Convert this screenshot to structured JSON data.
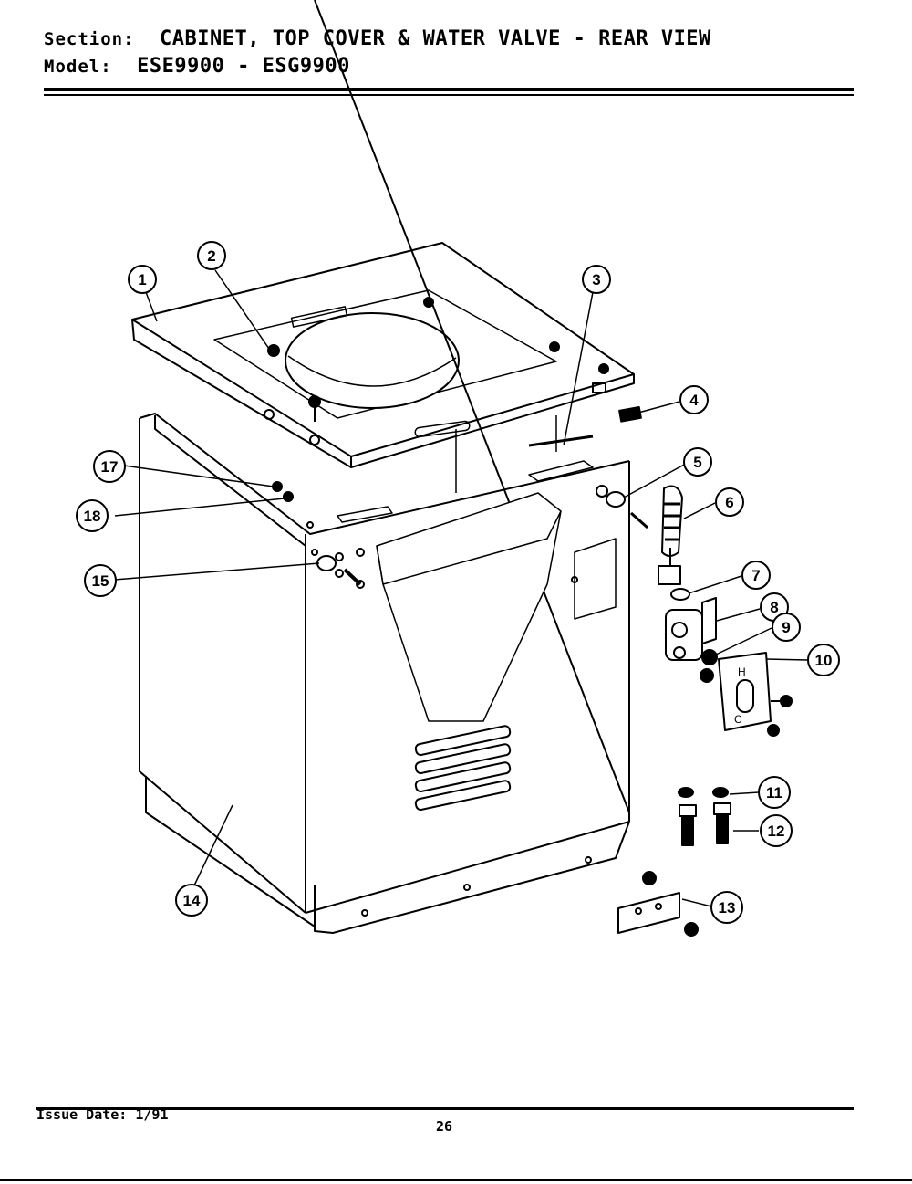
{
  "header": {
    "section_label": "Section:",
    "section_title": "CABINET, TOP COVER & WATER VALVE - REAR VIEW",
    "model_label": "Model:",
    "model_value": "ESE9900 - ESG9900"
  },
  "footer": {
    "issue_label": "Issue Date:",
    "issue_value": "1/91",
    "page_number": "26"
  },
  "valve_plate": {
    "hot_letter": "H",
    "cold_letter": "C"
  },
  "callouts": [
    "1",
    "2",
    "3",
    "4",
    "5",
    "6",
    "7",
    "8",
    "9",
    "10",
    "11",
    "12",
    "13",
    "14",
    "15",
    "17",
    "18"
  ]
}
